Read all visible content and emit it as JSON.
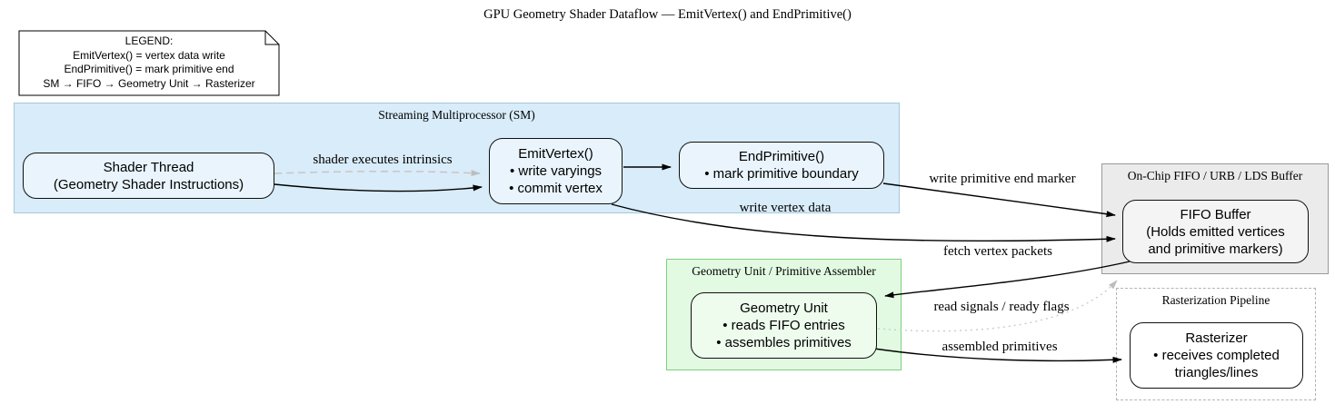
{
  "title": "GPU Geometry Shader Dataflow — EmitVertex() and EndPrimitive()",
  "legend": {
    "lines": [
      "LEGEND:",
      "EmitVertex() = vertex data write",
      "EndPrimitive() = mark primitive end",
      "SM → FIFO → Geometry Unit → Rasterizer"
    ]
  },
  "clusters": {
    "sm": {
      "label": "Streaming Multiprocessor (SM)",
      "fill": "#d8ecfa",
      "border": "#a6c8d9"
    },
    "fifo": {
      "label": "On-Chip FIFO / URB / LDS Buffer",
      "fill": "#ebebeb",
      "border": "#9a9a9a"
    },
    "geometry": {
      "label": "Geometry Unit / Primitive Assembler",
      "fill": "#e2fae2",
      "border": "#7ecf7e"
    },
    "raster": {
      "label": "Rasterization Pipeline",
      "fill": "#ffffff",
      "border": "#b3b3b3"
    }
  },
  "nodes": {
    "shader_thread": {
      "lines": [
        "Shader Thread",
        "(Geometry Shader Instructions)"
      ]
    },
    "emit_vertex": {
      "lines": [
        "EmitVertex()",
        "• write varyings",
        "• commit vertex"
      ]
    },
    "end_primitive": {
      "lines": [
        "EndPrimitive()",
        "• mark primitive boundary"
      ]
    },
    "fifo_buffer": {
      "lines": [
        "FIFO Buffer",
        "(Holds emitted vertices",
        "and primitive markers)"
      ]
    },
    "geometry_unit": {
      "lines": [
        "Geometry Unit",
        "• reads FIFO entries",
        "• assembles primitives"
      ]
    },
    "rasterizer": {
      "lines": [
        "Rasterizer",
        "• receives completed",
        "triangles/lines"
      ]
    }
  },
  "edge_labels": {
    "intrinsics": "shader executes intrinsics",
    "write_vertex": "write vertex data",
    "write_marker": "write primitive end marker",
    "fetch": "fetch vertex packets",
    "read_signals": "read signals / ready flags",
    "assembled": "assembled primitives"
  },
  "edge_colors": {
    "solid": "#000000",
    "dashed_gray": "#c9c2bc",
    "dotted_gray": "#cccccc",
    "gray_arrow": "#bdbdbd"
  }
}
